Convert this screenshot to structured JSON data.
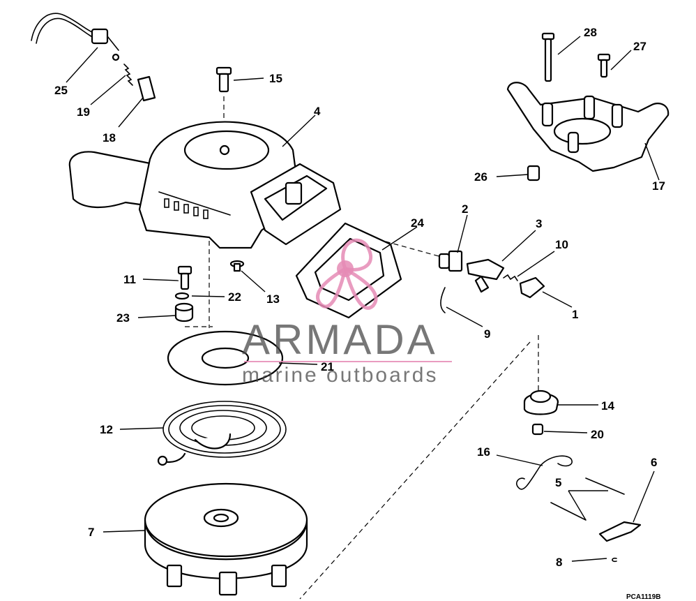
{
  "callouts": [
    {
      "id": "c1",
      "label": "1"
    },
    {
      "id": "c2",
      "label": "2"
    },
    {
      "id": "c3",
      "label": "3"
    },
    {
      "id": "c4",
      "label": "4"
    },
    {
      "id": "c5",
      "label": "5"
    },
    {
      "id": "c6",
      "label": "6"
    },
    {
      "id": "c7",
      "label": "7"
    },
    {
      "id": "c8",
      "label": "8"
    },
    {
      "id": "c9",
      "label": "9"
    },
    {
      "id": "c10",
      "label": "10"
    },
    {
      "id": "c11",
      "label": "11"
    },
    {
      "id": "c12",
      "label": "12"
    },
    {
      "id": "c13",
      "label": "13"
    },
    {
      "id": "c14",
      "label": "14"
    },
    {
      "id": "c15",
      "label": "15"
    },
    {
      "id": "c16",
      "label": "16"
    },
    {
      "id": "c17",
      "label": "17"
    },
    {
      "id": "c18",
      "label": "18"
    },
    {
      "id": "c19",
      "label": "19"
    },
    {
      "id": "c20",
      "label": "20"
    },
    {
      "id": "c21",
      "label": "21"
    },
    {
      "id": "c22",
      "label": "22"
    },
    {
      "id": "c23",
      "label": "23"
    },
    {
      "id": "c24",
      "label": "24"
    },
    {
      "id": "c25",
      "label": "25"
    },
    {
      "id": "c26",
      "label": "26"
    },
    {
      "id": "c27",
      "label": "27"
    },
    {
      "id": "c28",
      "label": "28"
    }
  ],
  "watermark": {
    "brand": "ARMADA",
    "tagline": "marine outboards",
    "accent_color": "#e58bb5",
    "text_color": "#4a4a4a",
    "icon": "propeller-icon"
  },
  "drawing_code": "PCA1119B"
}
